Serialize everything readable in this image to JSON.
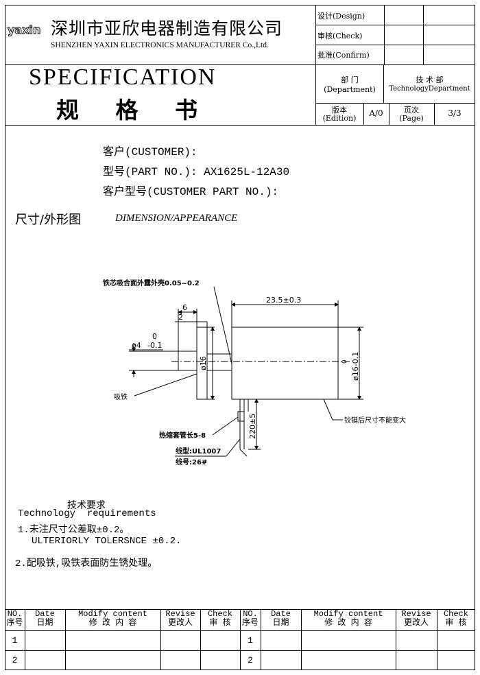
{
  "header": {
    "logo_text": "yaxin",
    "company_cn": "深圳市亚欣电器制造有限公司",
    "company_en": "SHENZHEN YAXIN ELECTRONICS MANUFACTURER Co.,Ltd.",
    "design_label": "设计(Design)",
    "check_label": "审核(Check)",
    "confirm_label": "批准(Confirm)",
    "spec_title": "SPECIFICATION",
    "spec_cn": "规 格 书",
    "dept_label_cn": "部 门",
    "dept_label_en": "(Department)",
    "dept_value_cn": "技 术 部",
    "dept_value_en": "TechnologyDepartment",
    "edition_label_cn": "版本",
    "edition_label_en": "(Edition)",
    "edition_value": "A/0",
    "page_label_cn": "页次",
    "page_label_en": "(Page)",
    "page_value": "3/3"
  },
  "customer": {
    "customer_line": "客户(CUSTOMER):",
    "part_line": "型号(PART NO.): AX1625L-12A30",
    "customer_part_line": "客户型号(CUSTOMER PART NO.):"
  },
  "section": {
    "title_cn": "尺寸/外形图",
    "title_en": "DIMENSION/APPEARANCE"
  },
  "drawing": {
    "core_note": "铁芯吸合面外露外壳0.05~0.2",
    "dim_length": "23.5±0.3",
    "dim_6": "6",
    "dim_2": "2",
    "tol_upper": "0",
    "dia_4": "ø4",
    "tol_lower": "-0.1",
    "dia_16": "ø16",
    "dia_16_tol": "ø16-0.1",
    "dia_16_tol_upper": "0",
    "armature": "吸铁",
    "riveted_note": "铰铤后尺寸不能变大",
    "sleeve_note": "热缩套管长5-8",
    "lead_len": "220±5",
    "wire_type": "线型:UL1007",
    "wire_gauge": "线号:26#"
  },
  "requirements": {
    "title_cn": "技术要求",
    "title_en": "Technology  requirements",
    "item1_cn": "1.未注尺寸公差取±0.2。",
    "item1_en": "ULTERIORLY TOLERSNCE ±0.2.",
    "item2": "2.配吸铁,吸铁表面防生锈处理。"
  },
  "revision_table": {
    "headers": [
      {
        "en": "NO.",
        "cn": "序号"
      },
      {
        "en": "Date",
        "cn": "日期"
      },
      {
        "en": "Modify content",
        "cn": "修 改 内 容"
      },
      {
        "en": "Revise",
        "cn": "更改人"
      },
      {
        "en": "Check",
        "cn": "审 核"
      }
    ],
    "rows": [
      "1",
      "2"
    ]
  }
}
